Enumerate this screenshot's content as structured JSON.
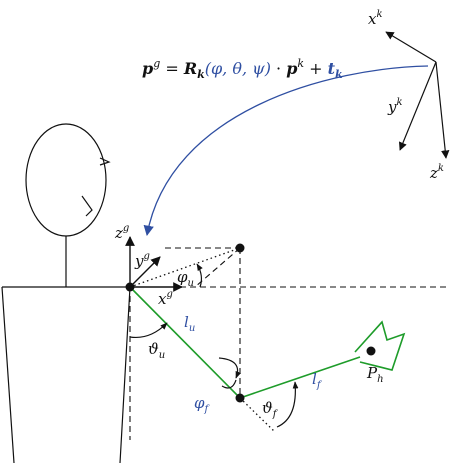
{
  "formula": {
    "p_g": "p",
    "p_g_sup": "g",
    "eq": " = ",
    "R": "R",
    "R_sub": "k",
    "R_args": "(φ, θ, ψ)",
    "dot": " · ",
    "p_k": "p",
    "p_k_sup": "k",
    "plus": " + ",
    "t": "t",
    "t_sub": "k"
  },
  "local_frame": {
    "x": "x",
    "x_sup": "k",
    "y": "y",
    "y_sup": "k",
    "z": "z",
    "z_sup": "k"
  },
  "global_frame": {
    "x": "x",
    "x_sup": "g",
    "y": "y",
    "y_sup": "g",
    "z": "z",
    "z_sup": "g"
  },
  "angles": {
    "phi_u": "φ",
    "phi_u_sub": "u",
    "theta_u": "ϑ",
    "theta_u_sub": "u",
    "phi_f": "φ",
    "phi_f_sub": "f",
    "theta_f": "ϑ",
    "theta_f_sub": "f"
  },
  "segments": {
    "upper_arm": "l",
    "upper_arm_sub": "u",
    "forearm": "l",
    "forearm_sub": "f"
  },
  "hand_point": {
    "label": "P",
    "sub": "h"
  },
  "colors": {
    "link_green": "#1e9c2a",
    "label_blue": "#2f4fa2",
    "arrow_blue": "#2f4fa2",
    "ink": "#111111"
  }
}
